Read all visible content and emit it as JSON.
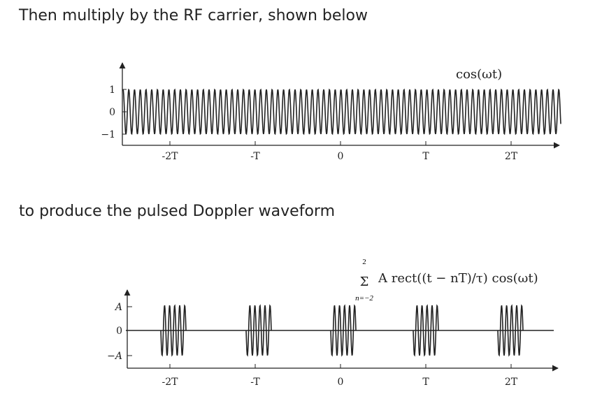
{
  "text": {
    "heading_carrier": "Then multiply by the RF carrier, shown below",
    "heading_pulsed": "to produce the pulsed Doppler waveform"
  },
  "carrier_plot": {
    "formula": "cos(ωt)",
    "y_ticks": [
      "1",
      "0",
      "−1"
    ],
    "x_ticks": [
      "-2T",
      "-T",
      "0",
      "T",
      "2T"
    ]
  },
  "pulsed_plot": {
    "formula": {
      "sigma": "Σ",
      "upper_limit": "2",
      "lower_limit": "n=−2",
      "expression": "A rect((t − nT)/τ) cos(ωt)"
    },
    "y_ticks": [
      "A",
      "0",
      "−A"
    ],
    "x_ticks": [
      "-2T",
      "-T",
      "0",
      "T",
      "2T"
    ]
  },
  "colors": {
    "ink": "#222222",
    "background": "#ffffff"
  }
}
